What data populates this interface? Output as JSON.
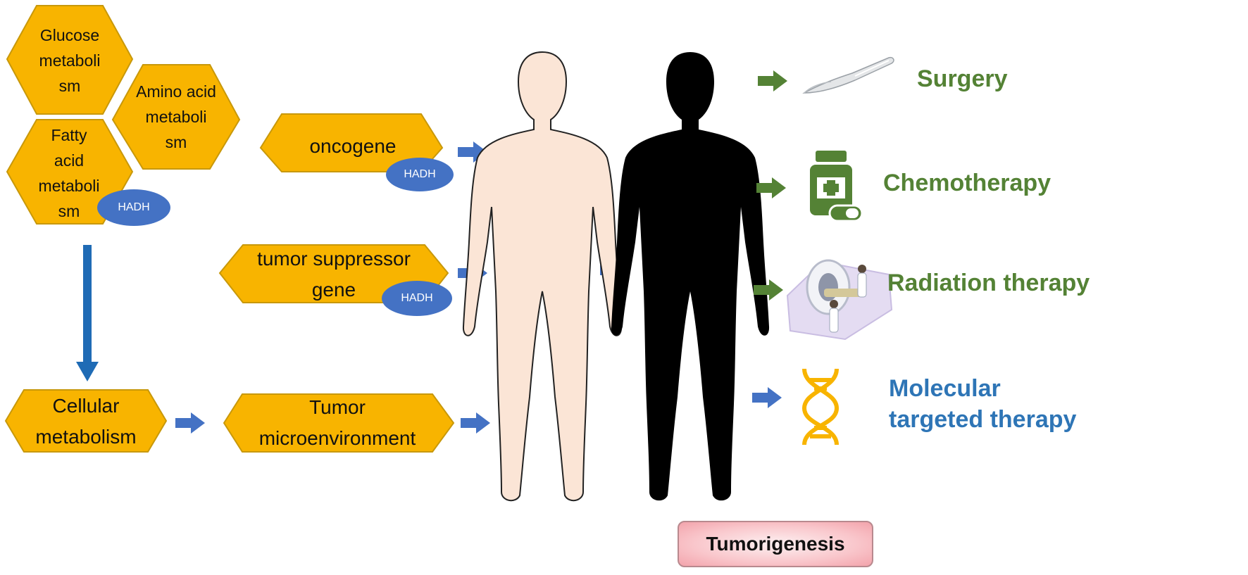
{
  "metabolism": {
    "glucose": "Glucose metaboli sm",
    "amino_acid": "Amino acid metaboli sm",
    "fatty_acid": "Fatty acid metaboli sm"
  },
  "genes": {
    "oncogene": "oncogene",
    "tumor_suppressor": "tumor suppressor gene"
  },
  "hadh_label": "HADH",
  "pathway": {
    "cellular_metabolism": "Cellular metabolism",
    "tumor_microenvironment": "Tumor microenvironment"
  },
  "outcome": "Tumorigenesis",
  "treatments": {
    "surgery": "Surgery",
    "chemotherapy": "Chemotherapy",
    "radiation": "Radiation therapy",
    "molecular": "Molecular targeted therapy"
  },
  "colors": {
    "hexagon_fill": "#F8B400",
    "hexagon_border": "#C8980A",
    "hadh_fill": "#4472C4",
    "arrow_blue": "#4472C4",
    "arrow_dark_blue": "#1F6BB5",
    "arrow_green": "#548235",
    "treatment_green": "#548235",
    "treatment_blue": "#2E75B6",
    "healthy_body": "#FBE5D6",
    "tumor_body": "#000000"
  },
  "icons": {
    "surgery": "scalpel-icon",
    "chemotherapy": "medicine-bottle-icon",
    "radiation": "ct-scanner-icon",
    "molecular": "dna-helix-icon"
  }
}
